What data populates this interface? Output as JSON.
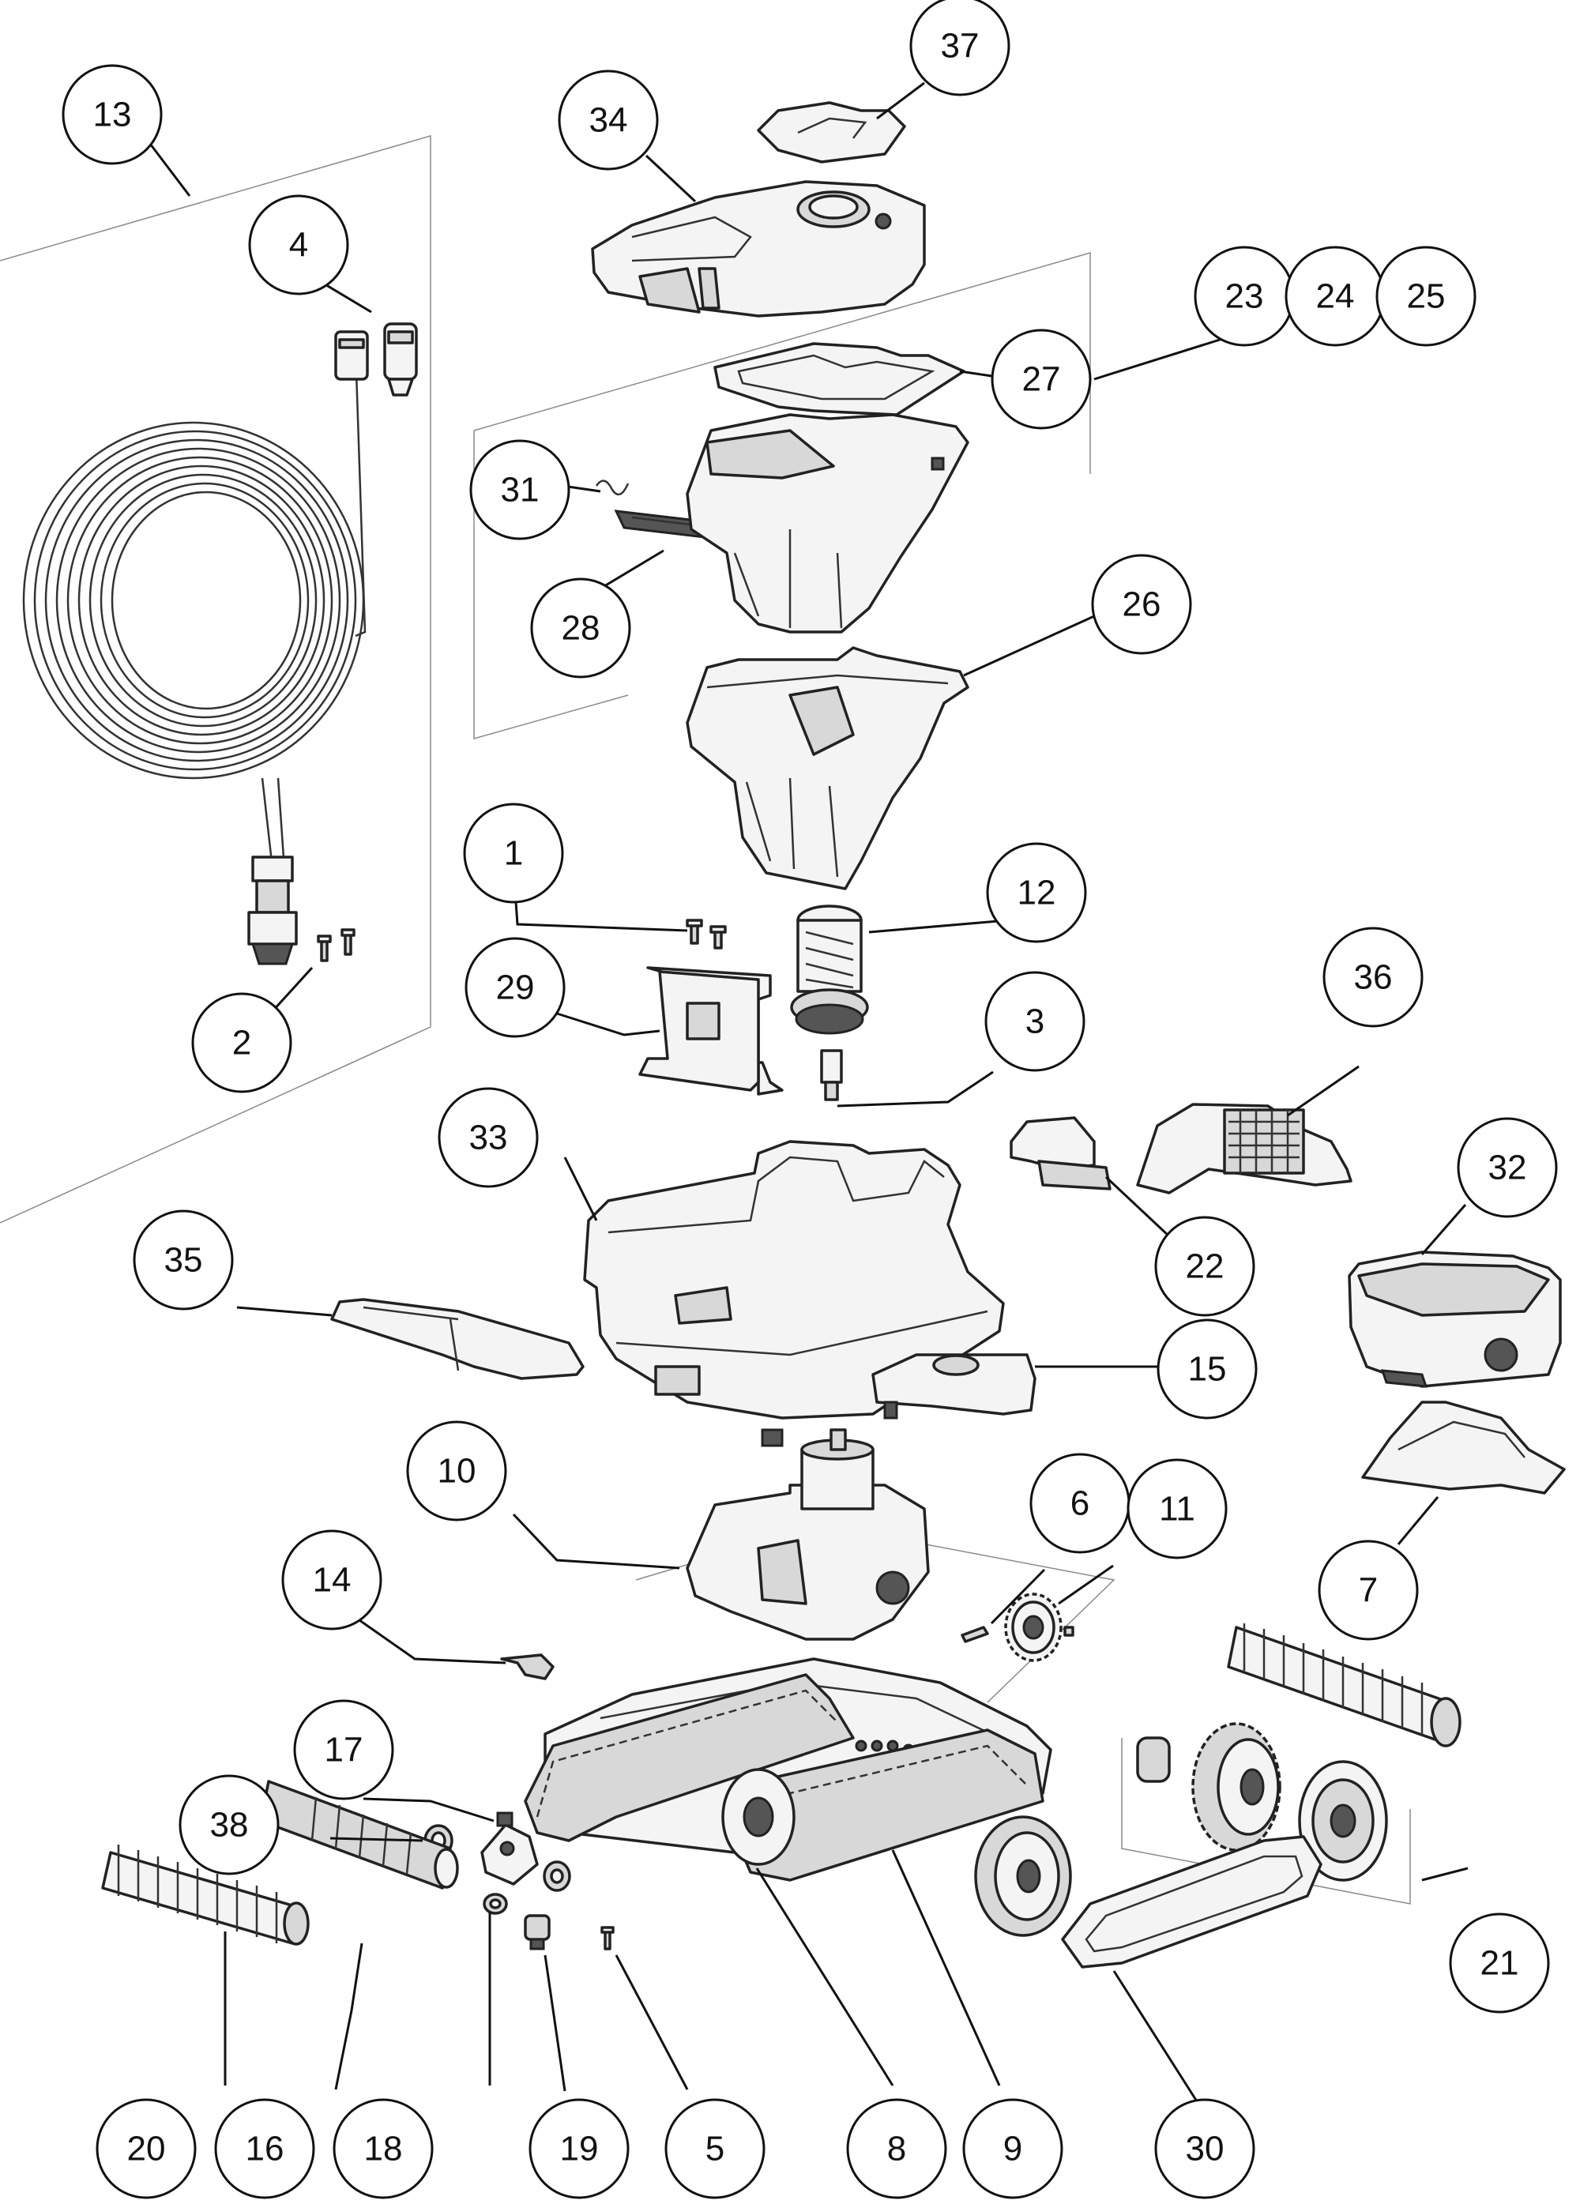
{
  "callouts": [
    {
      "id": "c13",
      "label": "13"
    },
    {
      "id": "c4",
      "label": "4"
    },
    {
      "id": "c2",
      "label": "2"
    },
    {
      "id": "c34",
      "label": "34"
    },
    {
      "id": "c37",
      "label": "37"
    },
    {
      "id": "c23",
      "label": "23"
    },
    {
      "id": "c24",
      "label": "24"
    },
    {
      "id": "c25",
      "label": "25"
    },
    {
      "id": "c27",
      "label": "27"
    },
    {
      "id": "c31",
      "label": "31"
    },
    {
      "id": "c28",
      "label": "28"
    },
    {
      "id": "c26",
      "label": "26"
    },
    {
      "id": "c1",
      "label": "1"
    },
    {
      "id": "c12",
      "label": "12"
    },
    {
      "id": "c3",
      "label": "3"
    },
    {
      "id": "c29",
      "label": "29"
    },
    {
      "id": "c36",
      "label": "36"
    },
    {
      "id": "c33",
      "label": "33"
    },
    {
      "id": "c22",
      "label": "22"
    },
    {
      "id": "c32",
      "label": "32"
    },
    {
      "id": "c35",
      "label": "35"
    },
    {
      "id": "c15",
      "label": "15"
    },
    {
      "id": "c10",
      "label": "10"
    },
    {
      "id": "c6",
      "label": "6"
    },
    {
      "id": "c11",
      "label": "11"
    },
    {
      "id": "c14",
      "label": "14"
    },
    {
      "id": "c7",
      "label": "7"
    },
    {
      "id": "c38",
      "label": "38"
    },
    {
      "id": "c17",
      "label": "17"
    },
    {
      "id": "c21",
      "label": "21"
    },
    {
      "id": "c20",
      "label": "20"
    },
    {
      "id": "c16",
      "label": "16"
    },
    {
      "id": "c18",
      "label": "18"
    },
    {
      "id": "c19",
      "label": "19"
    },
    {
      "id": "c5",
      "label": "5"
    },
    {
      "id": "c8",
      "label": "8"
    },
    {
      "id": "c9",
      "label": "9"
    },
    {
      "id": "c30",
      "label": "30"
    }
  ]
}
